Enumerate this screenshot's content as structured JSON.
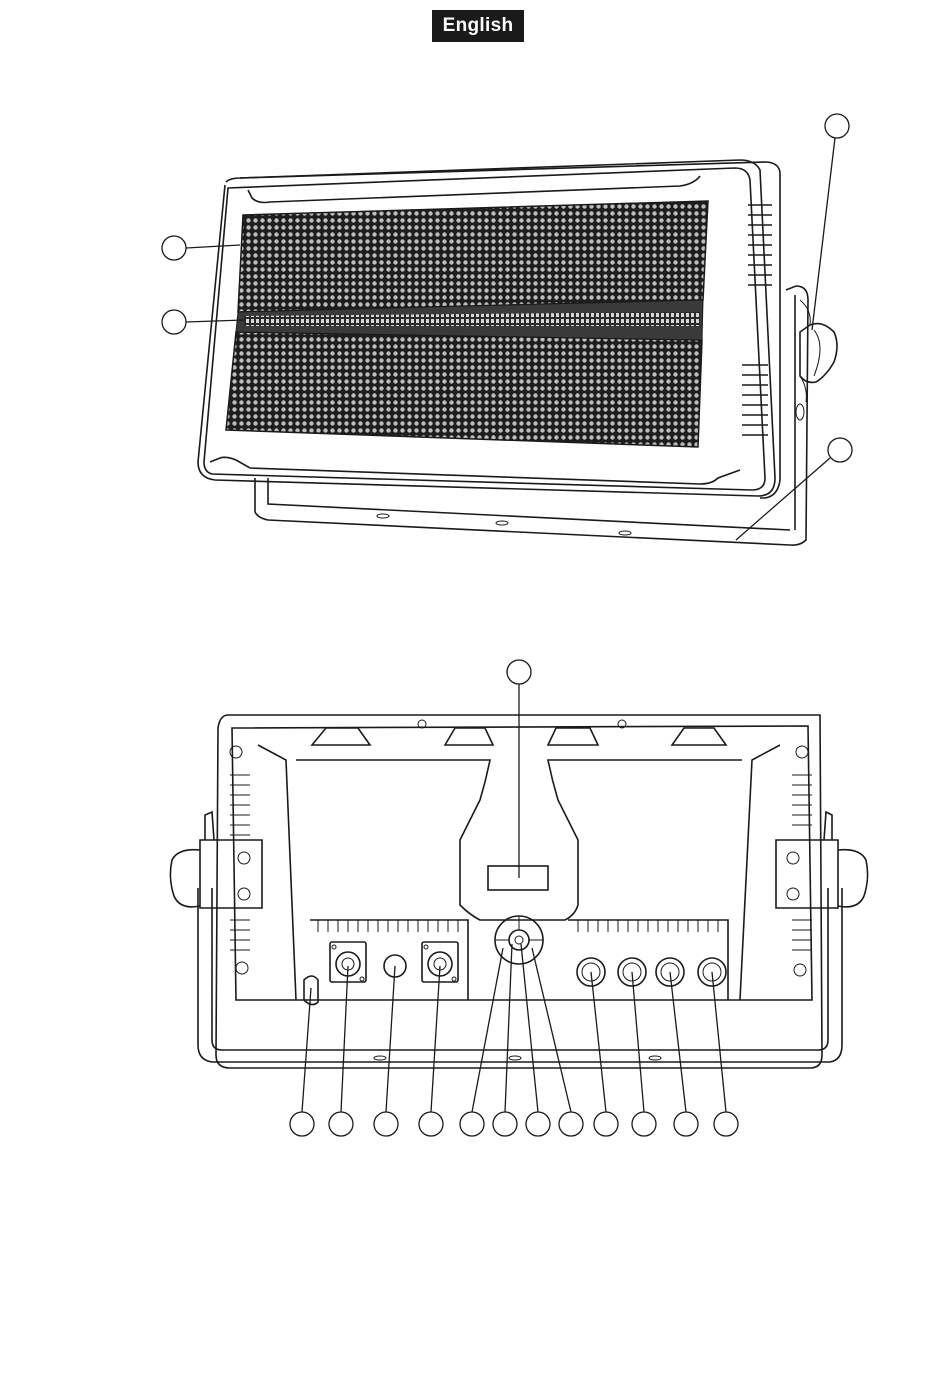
{
  "header": {
    "language_label": "English"
  },
  "figures": {
    "front_view": {
      "callout_count": 4
    },
    "rear_view": {
      "callout_count": 13
    }
  }
}
